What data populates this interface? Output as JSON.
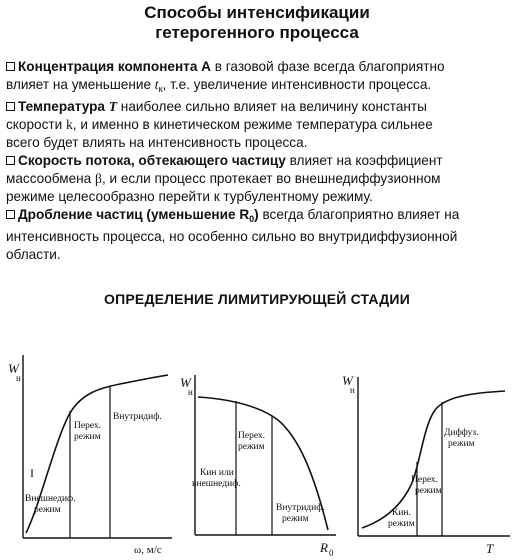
{
  "title": {
    "line1": "Способы интенсификации",
    "line2": "гетерогенного процесса"
  },
  "bullets": {
    "b1": {
      "bold": "Концентрация компонента А",
      "text1": " в газовой фазе всегда благоприятно",
      "text2": "влияет на уменьшение ",
      "t": "t",
      "k": "к",
      "text3": ", т.е. увеличение интенсивности процесса."
    },
    "b2": {
      "bold": "Температура ",
      "T": "T",
      "text1": " наиболее сильно влияет на величину константы",
      "text2": "скорости ",
      "k": "k",
      "text3": ", и именно в кинетическом режиме температура сильнее",
      "text4": "всего будет влиять на интенсивность процесса."
    },
    "b3": {
      "bold": "Скорость потока, обтекающего частицу",
      "text1": " влияет на коэффициент",
      "text2": "массообмена ",
      "beta": "β",
      "text3": ", и если процесс протекает во внешнедиффузионном",
      "text4": "режиме целесообразно перейти к турбулентному режиму."
    },
    "b4": {
      "bold1": "Дробление частиц (уменьшение R",
      "sub": "0",
      "bold2": ")",
      "text1": " всегда благоприятно влияет на",
      "text2": "интенсивность процесса, но особенно сильно во внутридиффузионной",
      "text3": "области."
    }
  },
  "section_title": "ОПРЕДЕЛЕНИЕ ЛИМИТИРУЮЩЕЙ СТАДИИ",
  "plots": {
    "p1": {
      "ylabel": "W",
      "ylabel_sub": "н",
      "xlabel": "ω, м/с",
      "roman": "I",
      "region1": [
        "Внешнедиф.",
        "режим"
      ],
      "region2": [
        "Перех.",
        "режим"
      ],
      "region3": "Внутридиф."
    },
    "p2": {
      "ylabel": "W",
      "ylabel_sub": "н",
      "xlabel": "R",
      "xlabel_sub": "0",
      "region1": [
        "Кин или",
        "внешнедиф."
      ],
      "region2": [
        "Перех.",
        "режим"
      ],
      "region3": [
        "Внутридиф.",
        "режим"
      ]
    },
    "p3": {
      "ylabel": "W",
      "ylabel_sub": "н",
      "xlabel": "T",
      "region1": [
        "Кин.",
        "режим"
      ],
      "region2": [
        "Перех.",
        "режим"
      ],
      "region3": [
        "Диффуз.",
        "режим"
      ]
    }
  }
}
